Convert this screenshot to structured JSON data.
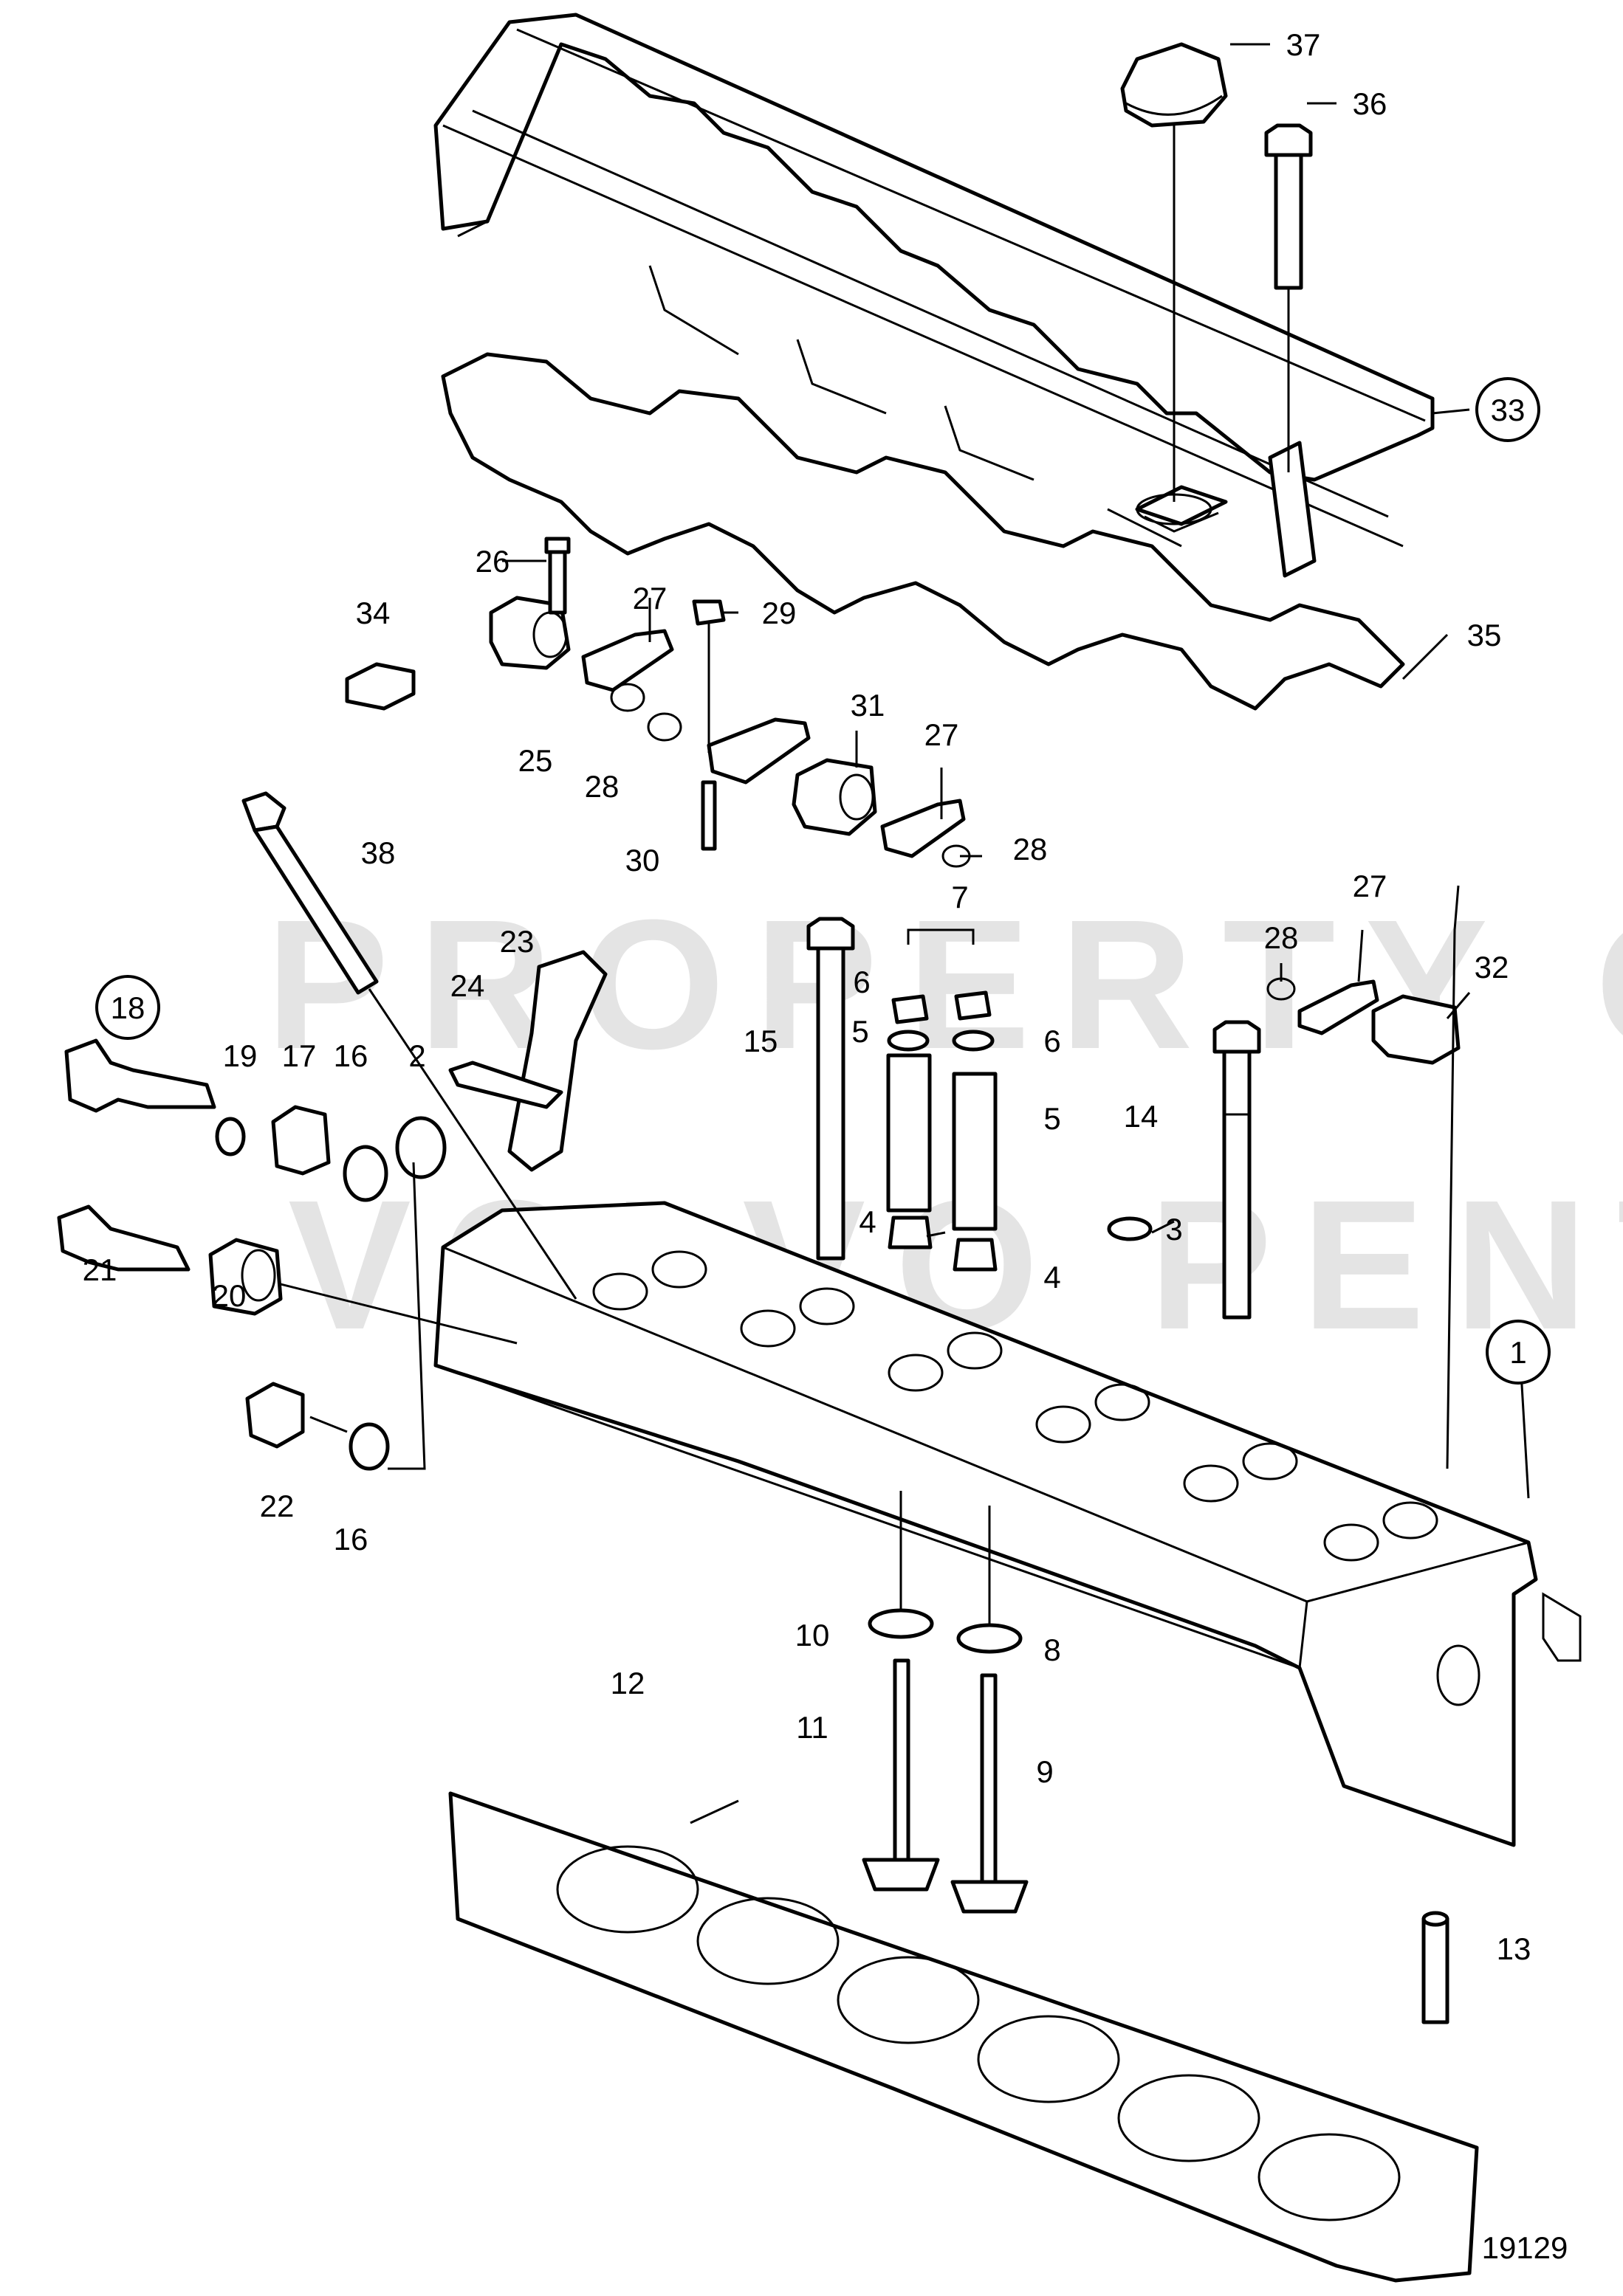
{
  "diagram": {
    "watermark": [
      "PROPERTY OF",
      "VOLVO PENTA"
    ],
    "figure_number": "19129",
    "callouts": [
      {
        "label": "1",
        "circled": true
      },
      {
        "label": "2"
      },
      {
        "label": "3"
      },
      {
        "label": "4"
      },
      {
        "label": "4"
      },
      {
        "label": "5"
      },
      {
        "label": "5"
      },
      {
        "label": "6"
      },
      {
        "label": "6"
      },
      {
        "label": "7"
      },
      {
        "label": "8"
      },
      {
        "label": "9"
      },
      {
        "label": "10"
      },
      {
        "label": "11"
      },
      {
        "label": "12"
      },
      {
        "label": "13"
      },
      {
        "label": "14"
      },
      {
        "label": "15"
      },
      {
        "label": "16"
      },
      {
        "label": "16"
      },
      {
        "label": "17"
      },
      {
        "label": "18",
        "circled": true
      },
      {
        "label": "19"
      },
      {
        "label": "20"
      },
      {
        "label": "21"
      },
      {
        "label": "22"
      },
      {
        "label": "23"
      },
      {
        "label": "24"
      },
      {
        "label": "25"
      },
      {
        "label": "26"
      },
      {
        "label": "27"
      },
      {
        "label": "27"
      },
      {
        "label": "27"
      },
      {
        "label": "28"
      },
      {
        "label": "28"
      },
      {
        "label": "28"
      },
      {
        "label": "29"
      },
      {
        "label": "30"
      },
      {
        "label": "31"
      },
      {
        "label": "32"
      },
      {
        "label": "33",
        "circled": true
      },
      {
        "label": "34"
      },
      {
        "label": "35"
      },
      {
        "label": "36"
      },
      {
        "label": "37"
      },
      {
        "label": "38"
      }
    ]
  }
}
